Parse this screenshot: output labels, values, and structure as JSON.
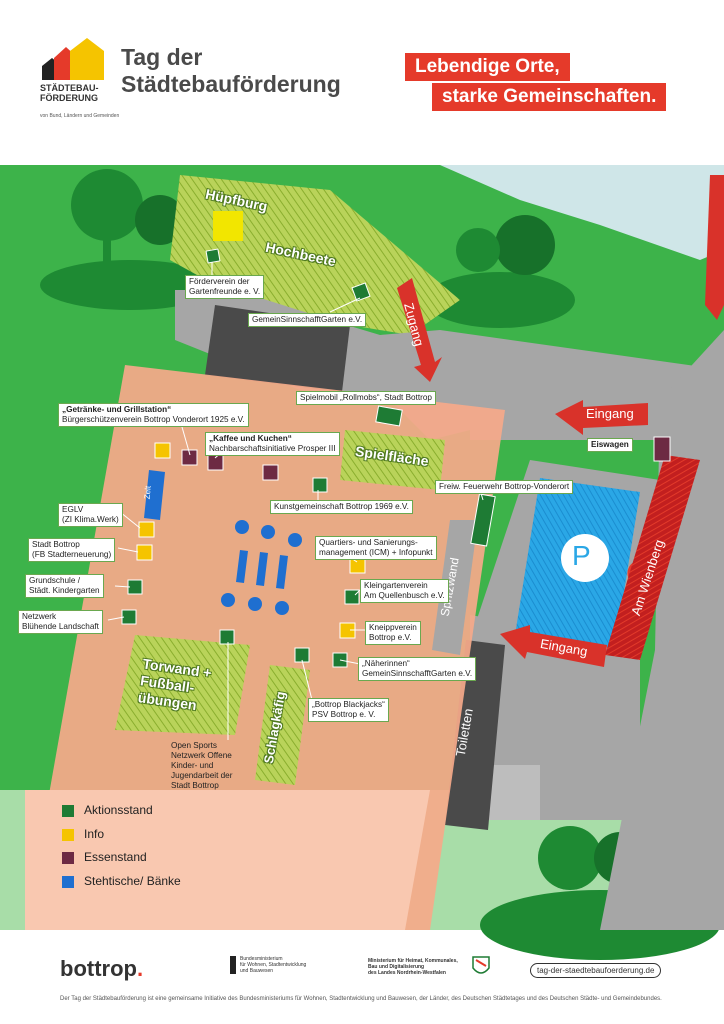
{
  "header": {
    "title_line1": "Tag der",
    "title_line2": "Städtebauförderung",
    "logo_line1": "STÄDTEBAU-",
    "logo_line2": "FÖRDERUNG",
    "logo_sub": "von Bund, Ländern und Gemeinden",
    "slogan_line1": "Lebendige Orte,",
    "slogan_line2": "starke Gemeinschaften."
  },
  "areas": {
    "huepfburg": "Hüpfburg",
    "hochbeete": "Hochbeete",
    "zugang": "Zugang",
    "eingang_top": "Eingang",
    "eingang_bottom": "Eingang",
    "spielflaeche": "Spielfläche",
    "spritzwand": "Spritzwand",
    "zelt": "Zelt",
    "torwand_line1": "Torwand +",
    "torwand_line2": "Fußball-",
    "torwand_line3": "übungen",
    "schlagkaefig": "Schlagkäfig",
    "toiletten": "Toiletten",
    "am_wienberg": "Am Wienberg",
    "parking": "P"
  },
  "stands": [
    {
      "id": "foerderverein",
      "line1": "Förderverein der",
      "line2": "Gartenfreunde e. V."
    },
    {
      "id": "gemeinsinn1",
      "line1": "GemeinSinnschafftGarten e.V."
    },
    {
      "id": "spielmobil",
      "line1": "Spielmobil „Rollmobs“, Stadt Bottrop"
    },
    {
      "id": "getraenke",
      "title": "„Getränke- und Grillstation“",
      "line1": "Bürgerschützenverein Bottrop Vonderort 1925 e.V."
    },
    {
      "id": "kaffee",
      "title": "„Kaffee und Kuchen“",
      "line1": "Nachbarschaftsinitiative Prosper III"
    },
    {
      "id": "eiswagen",
      "title": "Eiswagen"
    },
    {
      "id": "feuerwehr",
      "line1": "Freiw. Feuerwehr Bottrop-Vonderort"
    },
    {
      "id": "kunst",
      "line1": "Kunstgemeinschaft Bottrop 1969 e.V."
    },
    {
      "id": "eglv",
      "line1": "EGLV",
      "line2": "(ZI Klima.Werk)"
    },
    {
      "id": "stadt",
      "line1": "Stadt Bottrop",
      "line2": "(FB Stadterneuerung)"
    },
    {
      "id": "quartier",
      "line1": "Quartiers- und Sanierungs-",
      "line2": "management (ICM) + Infopunkt"
    },
    {
      "id": "klein",
      "line1": "Kleingartenverein",
      "line2": "Am Quellenbusch e.V."
    },
    {
      "id": "grundschule",
      "line1": "Grundschule /",
      "line2": "Städt. Kindergarten"
    },
    {
      "id": "netzwerk",
      "line1": "Netzwerk",
      "line2": "Blühende Landschaft"
    },
    {
      "id": "kneipp",
      "line1": "Kneippverein",
      "line2": "Bottrop e.V."
    },
    {
      "id": "naeherinnen",
      "line1": "„Näherinnen“",
      "line2": "GemeinSinnschafftGarten e.V."
    },
    {
      "id": "blackjacks",
      "line1": "„Bottrop Blackjacks“",
      "line2": "PSV Bottrop e. V."
    },
    {
      "id": "opensports",
      "line1": "Open Sports",
      "line2": "Netzwerk Offene",
      "line3": "Kinder- und",
      "line4": "Jugendarbeit der",
      "line5": "Stadt Bottrop"
    }
  ],
  "legend": [
    {
      "label": "Aktionsstand",
      "color": "#1e7b34"
    },
    {
      "label": "Info",
      "color": "#f5c400"
    },
    {
      "label": "Essenstand",
      "color": "#6d2a43"
    },
    {
      "label": "Stehtische/ Bänke",
      "color": "#1f6fd0"
    }
  ],
  "colors": {
    "grass": "#3db34a",
    "grass_light": "#a8dda8",
    "plaza": "#f6a98a",
    "road": "#a6a6a6",
    "building": "#4a4a4a",
    "hatch": "#9bc43a",
    "parking": "#2aa7e6",
    "red": "#e53a2a"
  },
  "footer": {
    "bottrop": "bottrop",
    "bottrop_dot": ".",
    "ministry1_line1": "Bundesministerium",
    "ministry1_line2": "für Wohnen, Stadtentwicklung",
    "ministry1_line3": "und Bauwesen",
    "ministry2_line1": "Ministerium für Heimat, Kommunales,",
    "ministry2_line2": "Bau und Digitalisierung",
    "ministry2_line3": "des Landes Nordrhein-Westfalen",
    "url": "tag-der-staedtebaufoerderung.de",
    "note": "Der Tag der Städtebauförderung ist eine gemeinsame Initiative des Bundesministeriums für Wohnen, Stadtentwicklung und Bauwesen, der Länder, des Deutschen Städtetages und des Deutschen Städte- und Gemeindebundes."
  }
}
